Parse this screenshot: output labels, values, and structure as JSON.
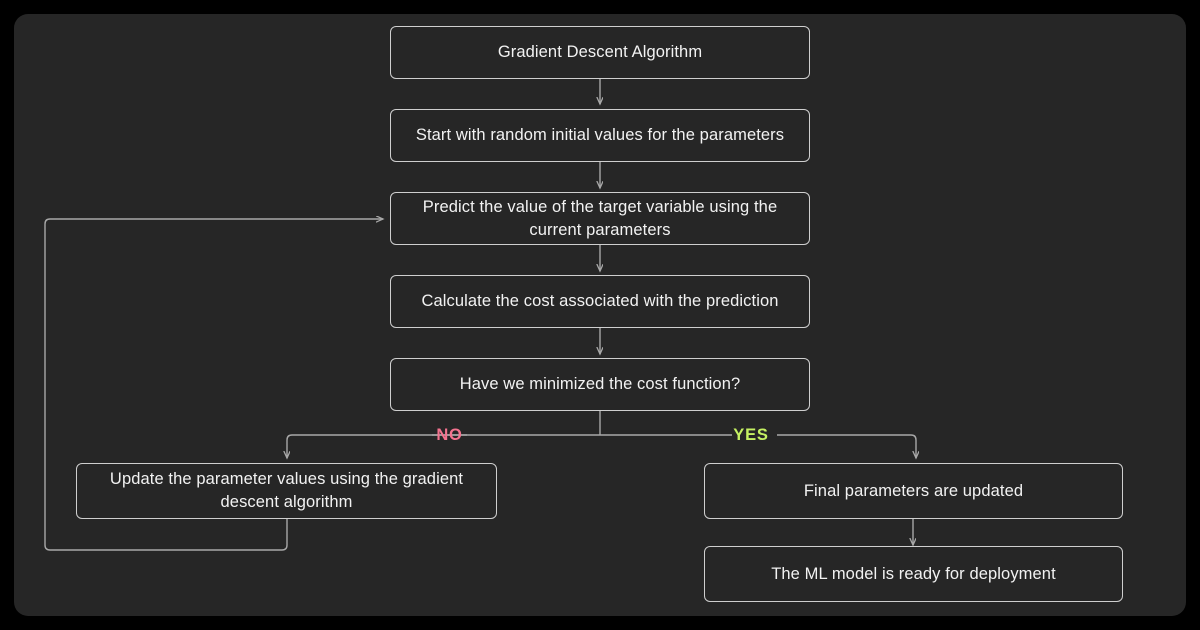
{
  "diagram": {
    "title": "Gradient Descent Algorithm flowchart",
    "background_color": "#000000",
    "panel_color": "#262626",
    "node_border_color": "#cfcfcf",
    "node_text_color": "#f2f2f2",
    "connector_color": "#a8a8a8",
    "nodes": [
      {
        "id": "start",
        "label": "Gradient Descent Algorithm"
      },
      {
        "id": "init",
        "label": "Start with random initial values for the parameters"
      },
      {
        "id": "predict",
        "label": "Predict the value of the target variable using the current parameters"
      },
      {
        "id": "cost",
        "label": "Calculate the cost associated with the prediction"
      },
      {
        "id": "check",
        "label": "Have we minimized the cost function?"
      },
      {
        "id": "update",
        "label": "Update the parameter values using the gradient descent algorithm"
      },
      {
        "id": "final",
        "label": "Final parameters are updated"
      },
      {
        "id": "deploy",
        "label": "The ML model is ready for deployment"
      }
    ],
    "branch_labels": [
      {
        "id": "no",
        "text": "NO",
        "color": "#f4738f"
      },
      {
        "id": "yes",
        "text": "YES",
        "color": "#c5f163"
      }
    ]
  }
}
